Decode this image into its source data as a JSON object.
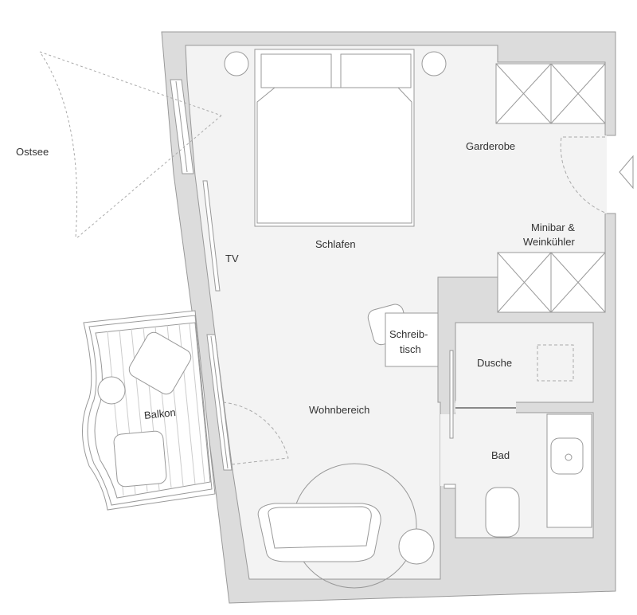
{
  "title": "Zimmer-Grundriss",
  "colors": {
    "wall": "#dcdcdc",
    "floor": "#f3f3f3",
    "line": "#999999",
    "furniture": "#ffffff"
  },
  "labels": {
    "ostsee": "Ostsee",
    "garderobe": "Garderobe",
    "schlafen": "Schlafen",
    "tv": "TV",
    "minibar_line1": "Minibar &",
    "minibar_line2": "Weinkühler",
    "desk_line1": "Schreib-",
    "desk_line2": "tisch",
    "dusche": "Dusche",
    "balkon": "Balkon",
    "wohnbereich": "Wohnbereich",
    "bad": "Bad"
  },
  "icons": {
    "entrance": "entrance-arrow-icon"
  }
}
